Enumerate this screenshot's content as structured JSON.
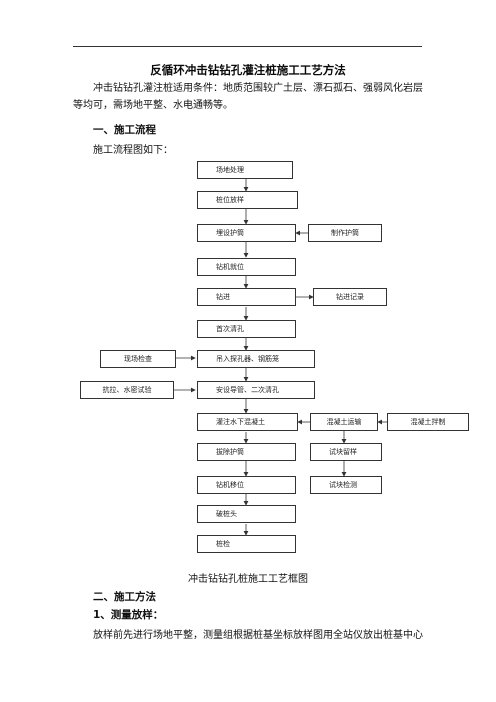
{
  "doc": {
    "title": "反循环冲击钻钻孔灌注桩施工工艺方法",
    "intro_line1": "冲击钻钻孔灌注桩适用条件：地质范围较广土层、漂石孤石、强弱风化岩层",
    "intro_line2": "等均可，需场地平整、水电通畅等。",
    "section1": "一、施工流程",
    "flow_intro": "施工流程图如下：",
    "flow": {
      "site": "场地处理",
      "stakeout": "桩位放样",
      "casing_set": "埋设护筒",
      "casing_make": "制作护筒",
      "rig_position": "钻机就位",
      "drilling": "钻进",
      "drill_record": "钻进记录",
      "first_clean": "首次清孔",
      "site_check": "现场检查",
      "hoist_cage": "吊入探孔器、钢筋笼",
      "pump_test": "抗拉、水密试验",
      "install_pipe": "安设导管、二次清孔",
      "pour_concrete": "灌注水下混凝土",
      "concrete_transport": "混凝土运输",
      "concrete_mix": "混凝土拌制",
      "remove_casing": "拔除护筒",
      "test_sample": "试块留样",
      "rig_move": "钻机移位",
      "test_block": "试块检测",
      "break_head": "破桩头",
      "pile_test": "桩检"
    },
    "caption": "冲击钻钻孔桩施工工艺框图",
    "section2": "二、施工方法",
    "sub1": "1、测量放样：",
    "body1": "放样前先进行场地平整，测量组根据桩基坐标放样图用全站仪放出桩基中心"
  }
}
